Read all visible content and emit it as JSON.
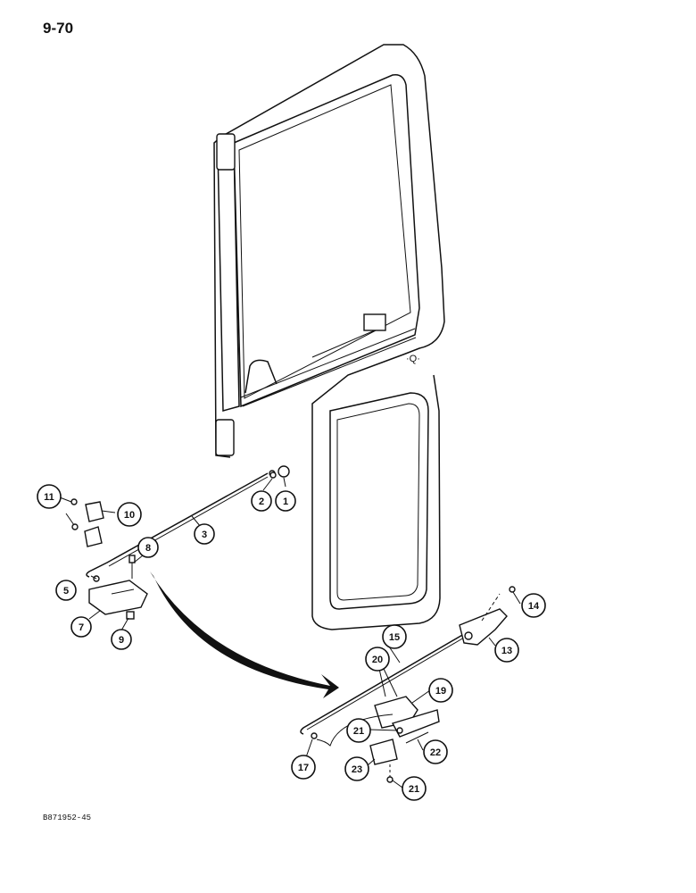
{
  "page": {
    "number": "9-70",
    "figure_code": "B871952-45"
  },
  "callouts": [
    {
      "id": "c1",
      "label": "1"
    },
    {
      "id": "c2",
      "label": "2"
    },
    {
      "id": "c3",
      "label": "3"
    },
    {
      "id": "c5",
      "label": "5"
    },
    {
      "id": "c7",
      "label": "7"
    },
    {
      "id": "c8",
      "label": "8"
    },
    {
      "id": "c9",
      "label": "9"
    },
    {
      "id": "c10",
      "label": "10"
    },
    {
      "id": "c11",
      "label": "11"
    },
    {
      "id": "c13",
      "label": "13"
    },
    {
      "id": "c14",
      "label": "14"
    },
    {
      "id": "c15",
      "label": "15"
    },
    {
      "id": "c17",
      "label": "17"
    },
    {
      "id": "c19",
      "label": "19"
    },
    {
      "id": "c20",
      "label": "20"
    },
    {
      "id": "c21a",
      "label": "21"
    },
    {
      "id": "c21b",
      "label": "21"
    },
    {
      "id": "c22",
      "label": "22"
    },
    {
      "id": "c23",
      "label": "23"
    }
  ]
}
